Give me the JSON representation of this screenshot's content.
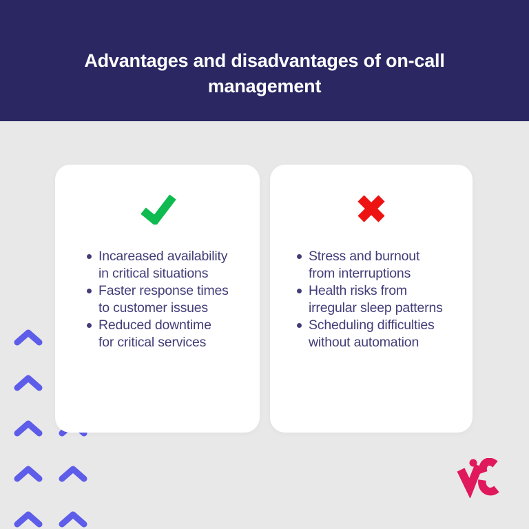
{
  "colors": {
    "background": "#E9E8E8",
    "header-bg": "#2B2763",
    "title-text": "#FFFFFF",
    "body-text": "#423D78",
    "card-bg": "#FFFFFF",
    "check-green": "#0FBB50",
    "cross-red": "#ED1313",
    "chevron-blue": "#5D5DE9",
    "logo-pink": "#E0185C"
  },
  "header": {
    "title": "Advantages and disadvantages of on-call\nmanagement"
  },
  "cards": {
    "advantages": {
      "icon": "checkmark-icon",
      "items": [
        "Incareased availability\nin critical situations",
        "Faster response times\nto customer issues",
        "Reduced downtime\nfor critical services"
      ]
    },
    "disadvantages": {
      "icon": "cross-icon",
      "items": [
        "Stress and burnout\nfrom interruptions",
        "Health risks from\nirregular sleep patterns",
        "Scheduling difficulties\nwithout automation"
      ]
    }
  },
  "decorations": {
    "chevron_icon": "chevron-up-icon",
    "logo_icon": "brand-logo-icon"
  }
}
